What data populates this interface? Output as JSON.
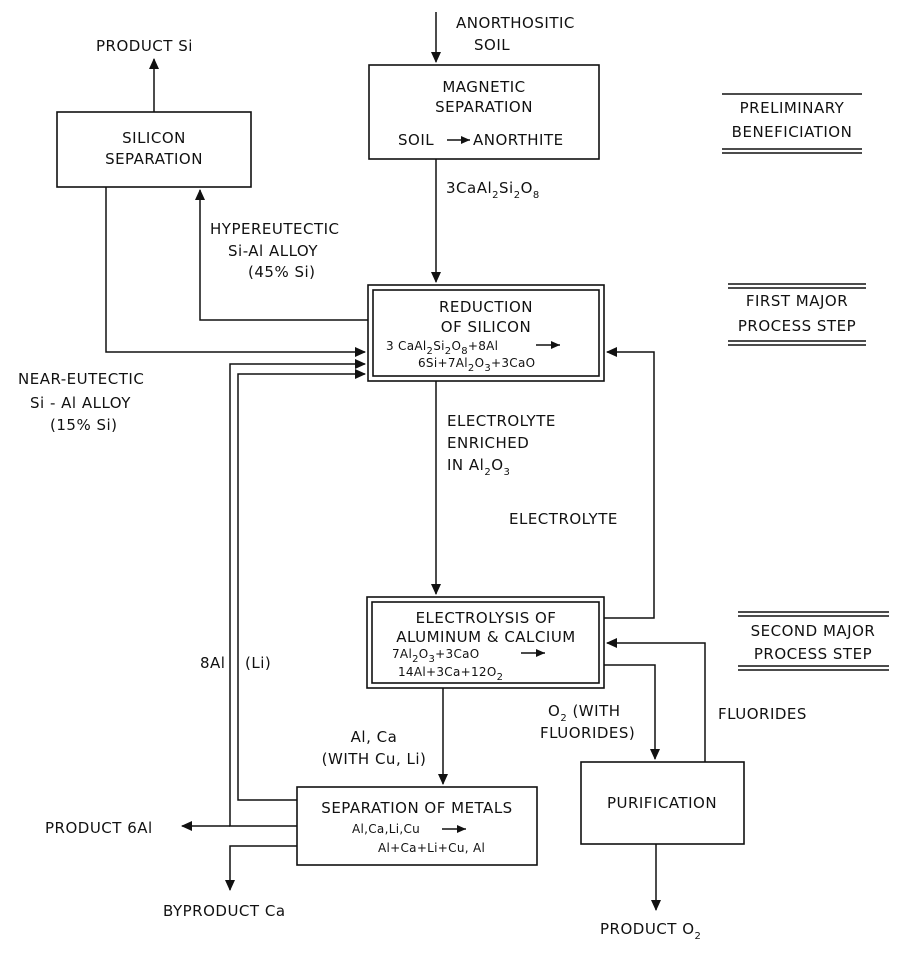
{
  "input": {
    "line1": "ANORTHOSITIC",
    "line2": "SOIL"
  },
  "magnetic_separation": {
    "title1": "MAGNETIC",
    "title2": "SEPARATION",
    "eq_left": "SOIL",
    "eq_right": "ANORTHITE"
  },
  "anorthite_formula": {
    "a": "3CaAl",
    "b": "Si",
    "c": "O",
    "s1": "2",
    "s2": "2",
    "s3": "8"
  },
  "silicon_separation": {
    "title1": "SILICON",
    "title2": "SEPARATION"
  },
  "product_si": "PRODUCT Si",
  "hypereutectic": {
    "line1": "HYPEREUTECTIC",
    "line2": "Si-Al ALLOY",
    "line3": "(45% Si)"
  },
  "near_eutectic": {
    "line1": "NEAR-EUTECTIC",
    "line2": "Si - Al ALLOY",
    "line3": "(15% Si)"
  },
  "reduction": {
    "title1": "REDUCTION",
    "title2": "OF SILICON",
    "eq1_a": "3 CaAl",
    "eq1_s1": "2",
    "eq1_b": "Si",
    "eq1_s2": "2",
    "eq1_c": "O",
    "eq1_s3": "8",
    "eq1_d": "+8Al",
    "eq2_a": "6Si+7Al",
    "eq2_s1": "2",
    "eq2_b": "O",
    "eq2_s2": "3",
    "eq2_c": "+3CaO"
  },
  "electrolyte_enriched": {
    "line1": "ELECTROLYTE",
    "line2": "ENRICHED",
    "line3a": "IN Al",
    "line3s1": "2",
    "line3b": "O",
    "line3s2": "3"
  },
  "electrolyte_return": "ELECTROLYTE",
  "electrolysis": {
    "title1": "ELECTROLYSIS OF",
    "title2": "ALUMINUM & CALCIUM",
    "eq1_a": "7Al",
    "eq1_s1": "2",
    "eq1_b": "O",
    "eq1_s2": "3",
    "eq1_c": "+3CaO",
    "eq2_a": "14Al+3Ca+12O",
    "eq2_s1": "2"
  },
  "label_8al": "8Al",
  "label_li": "(Li)",
  "al_ca": {
    "line1": "Al, Ca",
    "line2": "(WITH Cu, Li)"
  },
  "o2_fluorides": {
    "line1a": "O",
    "line1s": "2",
    "line1b": " (WITH",
    "line2": "FLUORIDES)"
  },
  "fluorides": "FLUORIDES",
  "separation_metals": {
    "title": "SEPARATION OF METALS",
    "eq1": "Al,Ca,Li,Cu",
    "eq2": "Al+Ca+Li+Cu, Al"
  },
  "purification": "PURIFICATION",
  "product_6al": "PRODUCT 6Al",
  "byproduct_ca": "BYPRODUCT Ca",
  "product_o2": {
    "a": "PRODUCT O",
    "s": "2"
  },
  "steps": {
    "preliminary": {
      "line1": "PRELIMINARY",
      "line2": "BENEFICIATION"
    },
    "first": {
      "line1": "FIRST MAJOR",
      "line2": "PROCESS STEP"
    },
    "second": {
      "line1": "SECOND MAJOR",
      "line2": "PROCESS STEP"
    }
  }
}
